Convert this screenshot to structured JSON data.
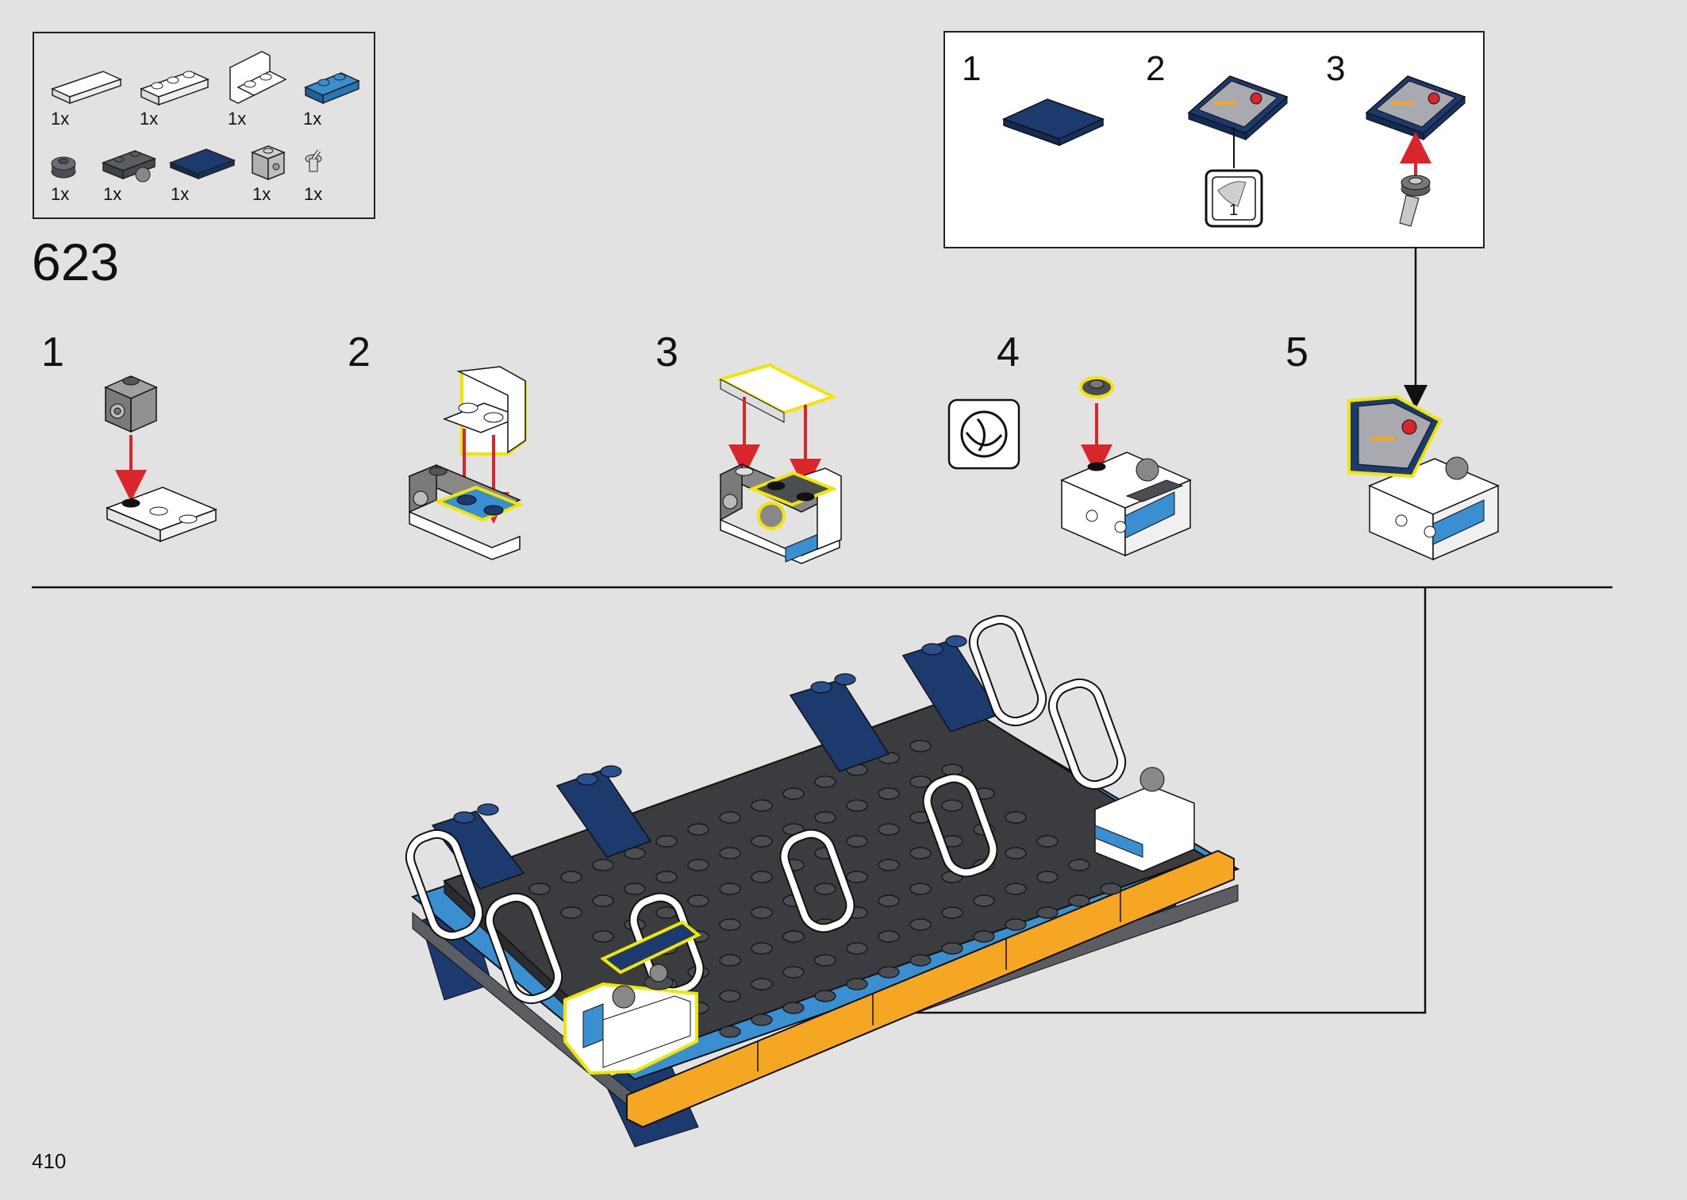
{
  "step_number": "623",
  "page_number": "410",
  "parts_list": [
    {
      "qty": "1x",
      "part": "white-tile-1x4-icon"
    },
    {
      "qty": "1x",
      "part": "white-plate-1x3-icon"
    },
    {
      "qty": "1x",
      "part": "white-bracket-icon"
    },
    {
      "qty": "1x",
      "part": "blue-plate-1x2-icon"
    },
    {
      "qty": "1x",
      "part": "dark-grey-round-plate-icon"
    },
    {
      "qty": "1x",
      "part": "dark-grey-plate-with-ball-icon"
    },
    {
      "qty": "1x",
      "part": "dark-blue-tile-2x2-icon"
    },
    {
      "qty": "1x",
      "part": "grey-brick-with-stud-icon"
    },
    {
      "qty": "1x",
      "part": "grey-lever-icon"
    }
  ],
  "substeps": [
    "1",
    "2",
    "3",
    "4",
    "5"
  ],
  "subassembly": {
    "steps": [
      "1",
      "2",
      "3"
    ],
    "sticker_number": "1"
  },
  "colors": {
    "background": "#e2e2e2",
    "lego_dark_blue": "#1c3a6e",
    "lego_medium_blue": "#3a8fd0",
    "lego_dark_grey": "#4a4d52",
    "lego_orange": "#f5a623",
    "highlight_yellow": "#f0e600",
    "arrow_red": "#d8262c"
  }
}
